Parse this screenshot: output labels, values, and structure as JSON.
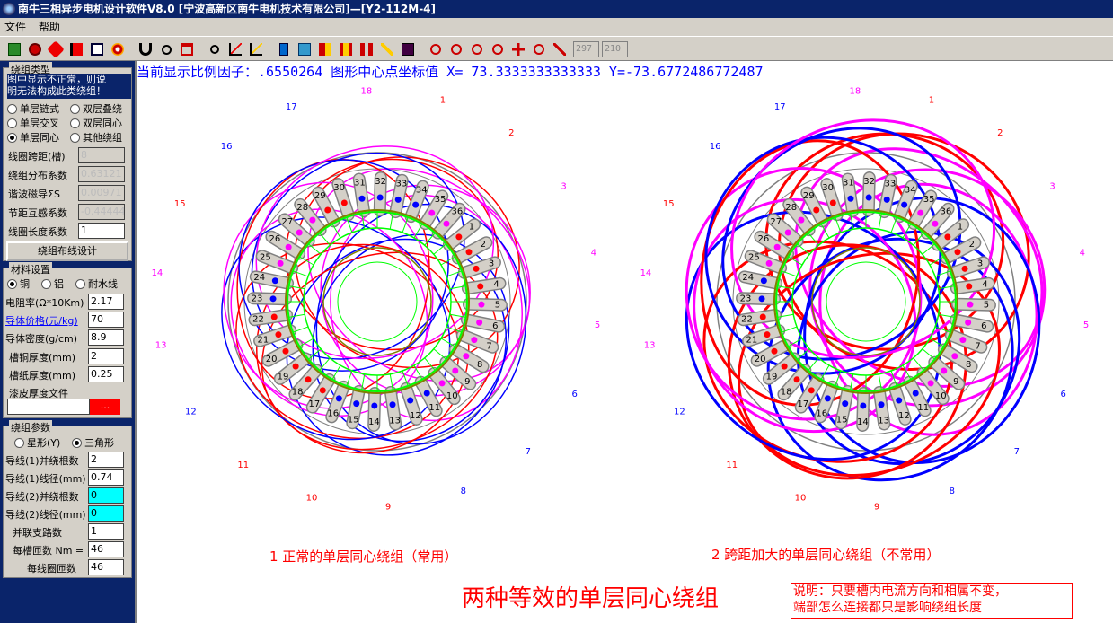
{
  "window": {
    "title": "南牛三相异步电机设计软件V8.0  [宁波高新区南牛电机技术有限公司]—[Y2-112M-4]"
  },
  "menu": {
    "items": [
      "文件",
      "帮助"
    ]
  },
  "toolbar": {
    "field1": "297",
    "field2": "210"
  },
  "winding_type": {
    "title": "绕组类型",
    "note": [
      "图中显示不正常，则说",
      "明无法构成此类绕组！"
    ],
    "options": [
      "单层链式",
      "双层叠绕",
      "单层交叉",
      "双层同心",
      "单层同心",
      "其他绕组"
    ],
    "selected": "单层同心",
    "params": [
      {
        "label": "线圈跨距(槽)",
        "value": "8",
        "enabled": false
      },
      {
        "label": "绕组分布系数",
        "value": "0.63121",
        "enabled": false
      },
      {
        "label": "谐波磁导ΣS",
        "value": "0.00971",
        "enabled": false
      },
      {
        "label": "节距互感系数",
        "value": "-0.44444",
        "enabled": false
      },
      {
        "label": "线圈长度系数",
        "value": "1",
        "enabled": true
      }
    ],
    "design_button": "绕组布线设计"
  },
  "material": {
    "title": "材料设置",
    "options": [
      "铜",
      "铝",
      "耐水线"
    ],
    "selected": "铜",
    "resistivity_label": "电阻率(Ω*10Km)",
    "resistivity": "2.17",
    "price_label": "导体价格(元/kg)",
    "price": "70",
    "density_label": "导体密度(g/cm)",
    "density": "8.9",
    "slot_copper_label": "槽铜厚度(mm)",
    "slot_copper": "2",
    "slot_paper_label": "槽纸厚度(mm)",
    "slot_paper": "0.25",
    "enamel_label": "漆皮厚度文件",
    "enamel_button": "..."
  },
  "winding_params": {
    "title": "绕组参数",
    "connection": [
      "星形(Y)",
      "三角形"
    ],
    "selected": "三角形",
    "fields": [
      {
        "label": "导线(1)并绕根数",
        "value": "2"
      },
      {
        "label": "导线(1)线径(mm)",
        "value": "0.74"
      },
      {
        "label": "导线(2)并绕根数",
        "value": "0"
      },
      {
        "label": "导线(2)线径(mm)",
        "value": "0"
      },
      {
        "label": "并联支路数",
        "value": "1"
      },
      {
        "label": "每槽匝数 Nm =",
        "value": "46"
      },
      {
        "label": "每线圈匝数",
        "value": "46"
      }
    ]
  },
  "canvas": {
    "info": "当前显示比例因子：.6550264  图形中心点坐标值 X= 73.3333333333333 Y=-73.6772486772487",
    "caption1": "1 正常的单层同心绕组（常用）",
    "caption2": "2 跨距加大的单层同心绕组（不常用）",
    "title": "两种等效的单层同心绕组",
    "note": [
      "说明：只要槽内电流方向和相属不变，",
      "端部怎么连接都只是影响绕组长度"
    ],
    "slot_count": 36,
    "coils": [
      {
        "label": "1",
        "dir": 1,
        "color": "#ff0000"
      },
      {
        "label": "2",
        "dir": 1,
        "color": "#ff0000"
      },
      {
        "label": "3",
        "dir": 1,
        "color": "#ff00ff"
      },
      {
        "label": "4",
        "dir": 1,
        "color": "#ff00ff"
      },
      {
        "label": "5",
        "dir": 1,
        "color": "#ff00ff"
      },
      {
        "label": "6",
        "dir": 1,
        "color": "#0000ff"
      },
      {
        "label": "7",
        "dir": 1,
        "color": "#0000ff"
      },
      {
        "label": "8",
        "dir": 1,
        "color": "#0000ff"
      },
      {
        "label": "9",
        "dir": 1,
        "color": "#ff0000"
      },
      {
        "label": "10",
        "dir": 1,
        "color": "#ff0000"
      },
      {
        "label": "11",
        "dir": 1,
        "color": "#ff0000"
      },
      {
        "label": "12",
        "dir": 1,
        "color": "#0000ff"
      },
      {
        "label": "13",
        "dir": 1,
        "color": "#ff00ff"
      },
      {
        "label": "14",
        "dir": 1,
        "color": "#ff00ff"
      },
      {
        "label": "15",
        "dir": 1,
        "color": "#ff0000"
      },
      {
        "label": "16",
        "dir": 1,
        "color": "#0000ff"
      },
      {
        "label": "17",
        "dir": 1,
        "color": "#0000ff"
      },
      {
        "label": "18",
        "dir": 1,
        "color": "#ff00ff"
      }
    ],
    "colors": {
      "slot": "#808080",
      "tooth": "#00ff00",
      "yoke": "#808000",
      "shaft": "#00ff00",
      "slot_fill": "#d4d0c8"
    }
  },
  "icons": [
    "open-icon",
    "stop-icon",
    "gear-icon",
    "flag-icon",
    "save-icon",
    "target-icon",
    "magnet-icon",
    "search-doc-icon",
    "window-icon",
    "zoom-tool-icon",
    "chart-line-icon",
    "chart-curve-icon",
    "calculator-icon",
    "book-icon",
    "ruler-icon",
    "pause-icon",
    "bars-icon",
    "pen-icon",
    "trend-icon",
    "zoom-in-icon",
    "zoom-out-icon",
    "zoom-fit-icon",
    "zoom-window-icon",
    "move-icon",
    "zoom-all-icon",
    "pencil-icon"
  ]
}
